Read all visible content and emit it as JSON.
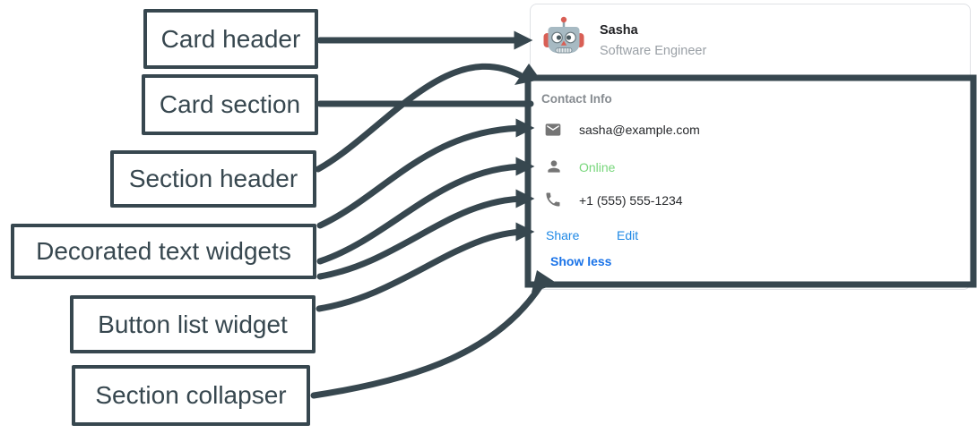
{
  "figure": {
    "type": "annotated-card-widget-diagram"
  },
  "annotations": {
    "stroke_color": "#37474F",
    "labels": [
      "Card header",
      "Card section",
      "Section header",
      "Decorated text widgets",
      "Button list widget",
      "Section collapser"
    ]
  },
  "card": {
    "header": {
      "avatar_icon": "robot-avatar-icon",
      "name": "Sasha",
      "subtitle": "Software Engineer"
    },
    "section": {
      "title": "Contact Info",
      "rows": [
        {
          "icon": "email-icon",
          "text": "sasha@example.com"
        },
        {
          "icon": "person-icon",
          "text": "Online",
          "status_color": "#77D67B"
        },
        {
          "icon": "phone-icon",
          "text": "+1 (555) 555-1234"
        }
      ],
      "buttons": [
        {
          "label": "Share"
        },
        {
          "label": "Edit"
        }
      ],
      "collapser_label": "Show less"
    }
  },
  "colors": {
    "annotation_ink": "#37474F",
    "link_blue": "#1E88E5",
    "collapser_blue": "#1A73E8",
    "online_green": "#77D67B",
    "icon_gray": "#757575"
  }
}
